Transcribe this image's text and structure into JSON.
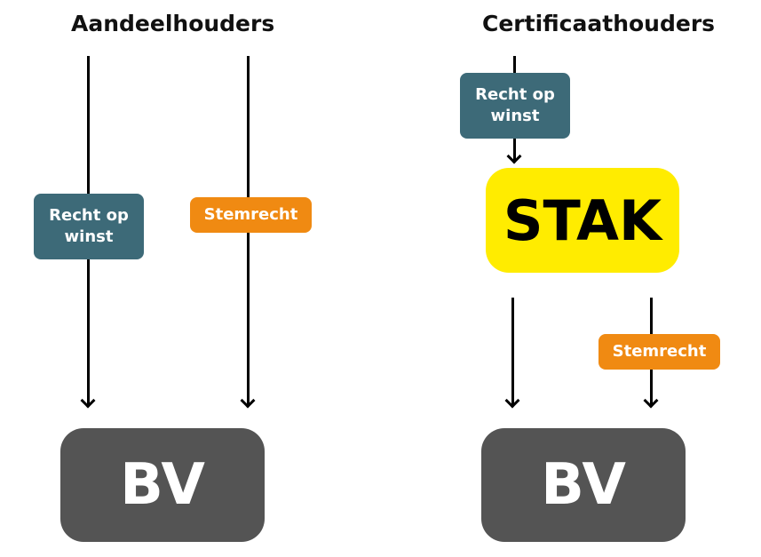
{
  "left": {
    "title": "Aandeelhouders",
    "profit_tag": {
      "line1": "Recht op",
      "line2": "winst"
    },
    "vote_tag": "Stemrecht",
    "bv": "BV"
  },
  "right": {
    "title": "Certificaathouders",
    "profit_tag": {
      "line1": "Recht op",
      "line2": "winst"
    },
    "stak": "STAK",
    "vote_tag": "Stemrecht",
    "bv": "BV"
  },
  "colors": {
    "profit_tag": "#3d6a78",
    "vote_tag": "#f08a12",
    "stak": "#ffec00",
    "bv": "#545454"
  }
}
